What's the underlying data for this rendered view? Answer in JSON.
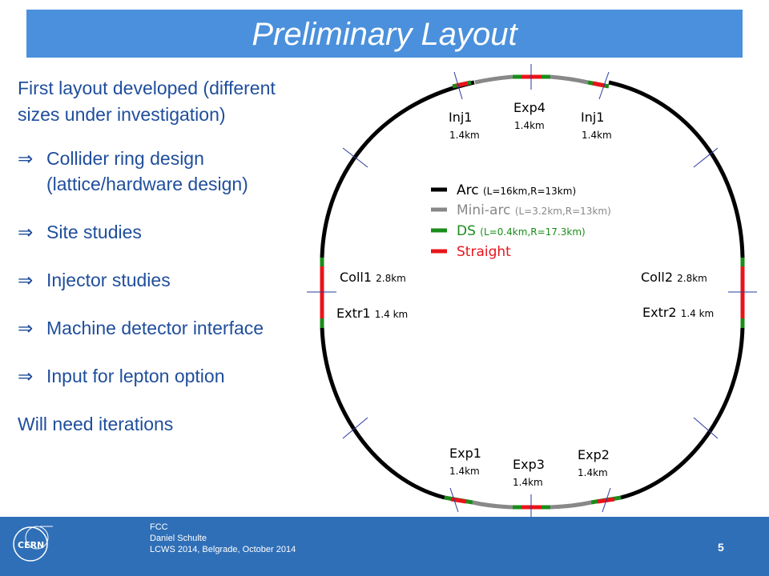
{
  "slide": {
    "title": "Preliminary Layout",
    "intro": "First layout developed (different sizes under investigation)",
    "bullet_symbol": "⇒",
    "bullets": [
      "Collider ring design (lattice/hardware design)",
      "Site studies",
      "Injector studies",
      "Machine detector interface",
      "Input for lepton option"
    ],
    "outro": "Will need iterations"
  },
  "diagram": {
    "legend": [
      {
        "name": "Arc",
        "detail": "(L=16km,R=13km)",
        "color": "#000000"
      },
      {
        "name": "Mini-arc",
        "detail": "(L=3.2km,R=13km)",
        "color": "#888888"
      },
      {
        "name": "DS",
        "detail": "(L=0.4km,R=17.3km)",
        "color": "#1a8c1a"
      },
      {
        "name": "Straight",
        "detail": "",
        "color": "#e8141b"
      }
    ],
    "labels": {
      "inj1_left": {
        "name": "Inj1",
        "length": "1.4km"
      },
      "exp4": {
        "name": "Exp4",
        "length": "1.4km"
      },
      "inj1_right": {
        "name": "Inj1",
        "length": "1.4km"
      },
      "coll1": {
        "name": "Coll1",
        "length": "2.8km"
      },
      "extr1": {
        "name": "Extr1",
        "length": "1.4 km"
      },
      "coll2": {
        "name": "Coll2",
        "length": "2.8km"
      },
      "extr2": {
        "name": "Extr2",
        "length": "1.4 km"
      },
      "exp1": {
        "name": "Exp1",
        "length": "1.4km"
      },
      "exp3": {
        "name": "Exp3",
        "length": "1.4km"
      },
      "exp2": {
        "name": "Exp2",
        "length": "1.4km"
      }
    },
    "tick_color": "#2a3a9a"
  },
  "footer": {
    "line1": "FCC",
    "line2": "Daniel Schulte",
    "line3": "LCWS 2014, Belgrade, October 2014",
    "page": "5",
    "logo_text": "CERN"
  }
}
